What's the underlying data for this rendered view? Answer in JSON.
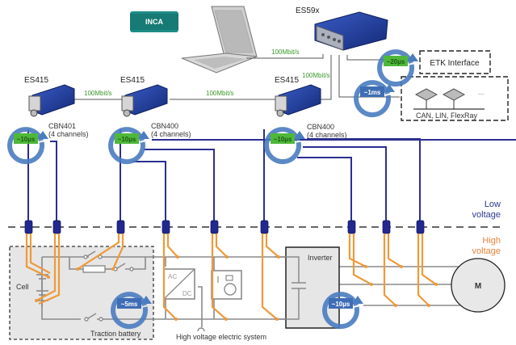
{
  "software": {
    "label": "INCA",
    "color": "#1e8c86"
  },
  "devices": {
    "es59x": "ES59x",
    "es415_1": "ES415",
    "es415_2": "ES415",
    "es415_3": "ES415"
  },
  "links": {
    "laptop_es59x": "100Mbit/s",
    "es415_1_2": "100Mbit/s",
    "es415_2_3": "100Mbit/s",
    "es415_3_es59x": "100Mbit/s"
  },
  "interfaces": {
    "etk": "ETK Interface",
    "bus": "CAN, LIN, FlexRay",
    "bus_more": "..."
  },
  "modules": [
    {
      "name": "CBN401",
      "channels": "(4 channels)"
    },
    {
      "name": "CBN400",
      "channels": "(4 channels)"
    },
    {
      "name": "CBN400",
      "channels": "(4 channels)"
    }
  ],
  "cycles": {
    "etk": "~20µs",
    "bus": "~1ms",
    "cbn401": "~10µs",
    "cbn400_a": "~10µs",
    "cbn400_b": "~10µs",
    "battery": "~5ms",
    "inverter": "~10µs"
  },
  "zones": {
    "low": [
      "Low",
      "voltage"
    ],
    "high": [
      "High",
      "voltage"
    ],
    "low_color": "#2d3a8c",
    "high_color": "#e8833a"
  },
  "components": {
    "cell": "Cell",
    "battery": "Traction battery",
    "acdc_ac": "AC",
    "acdc_dc": "DC",
    "inverter": "Inverter",
    "motor": "M",
    "hv_system": "High voltage electric system"
  },
  "colors": {
    "device_blue": "#1f3f9c",
    "cable_navy": "#2b2f8f",
    "sensor_orange": "#ee9a3a",
    "cycle_blue": "#4a7cc0",
    "rate_green": "#3a9a2a",
    "grey_wire": "#8a8a8a"
  }
}
